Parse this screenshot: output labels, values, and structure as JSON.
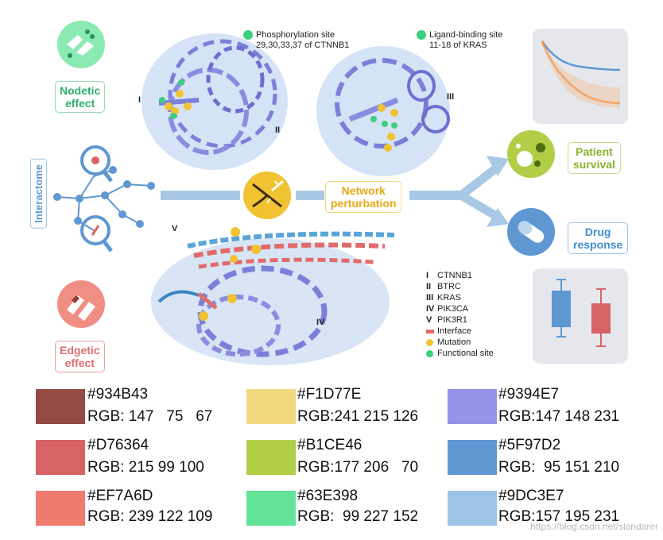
{
  "figure": {
    "annotations": {
      "phospho_title": "Phosphorylation site",
      "phospho_detail": "29,30,33,37 of CTNNB1",
      "ligand_title": "Ligand-binding site",
      "ligand_detail": "11-18 of KRAS"
    },
    "roman_labels": [
      "I",
      "II",
      "III",
      "IV",
      "V"
    ],
    "boxes": {
      "nodetic_l1": "Nodetic",
      "nodetic_l2": "effect",
      "edgetic_l1": "Edgetic",
      "edgetic_l2": "effect",
      "interactome": "Interactome",
      "network_l1": "Network",
      "network_l2": "perturbation",
      "patient_l1": "Patient",
      "patient_l2": "survival",
      "drug_l1": "Drug",
      "drug_l2": "response"
    },
    "legend": [
      {
        "key": "I",
        "label": "CTNNB1"
      },
      {
        "key": "II",
        "label": "BTRC"
      },
      {
        "key": "III",
        "label": "KRAS"
      },
      {
        "key": "IV",
        "label": "PIK3CA"
      },
      {
        "key": "V",
        "label": "PIK3R1"
      },
      {
        "key": "",
        "label": "Interface",
        "color": "#e26a6a"
      },
      {
        "key": "",
        "label": "Mutation",
        "color": "#f1c232"
      },
      {
        "key": "",
        "label": "Functional site",
        "color": "#3ccf7e"
      }
    ]
  },
  "palette": [
    {
      "hex": "#934B43",
      "rgb": "RGB: 147   75   67"
    },
    {
      "hex": "#F1D77E",
      "rgb": "RGB:241 215 126"
    },
    {
      "hex": "#9394E7",
      "rgb": "RGB:147 148 231"
    },
    {
      "hex": "#D76364",
      "rgb": "RGB: 215 99 100"
    },
    {
      "hex": "#B1CE46",
      "rgb": "RGB:177 206   70"
    },
    {
      "hex": "#5F97D2",
      "rgb": "RGB:  95 151 210"
    },
    {
      "hex": "#EF7A6D",
      "rgb": "RGB: 239 122 109"
    },
    {
      "hex": "#63E398",
      "rgb": "RGB:  99 227 152"
    },
    {
      "hex": "#9DC3E7",
      "rgb": "RGB:157 195 231"
    }
  ],
  "watermark": "https://blog.csdn.net/slandarer"
}
